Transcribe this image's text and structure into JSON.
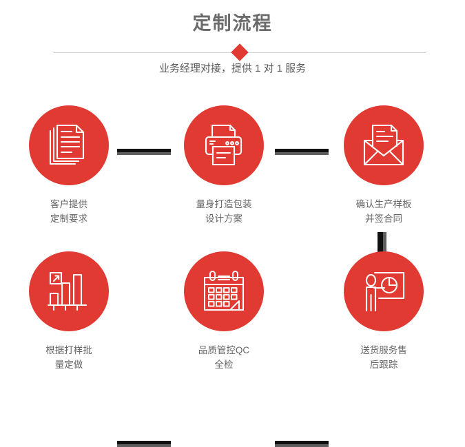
{
  "header": {
    "title": "定制流程",
    "subtitle": "业务经理对接，提供 1 对 1 服务",
    "divider_icon": "diamond-marker"
  },
  "colors": {
    "accent_red": "#e03a33",
    "title_gray": "#6b6b6b",
    "label_gray": "#666666",
    "divider_gray": "#cfcfcf",
    "connector_dark": "#111111",
    "connector_shadow": "#5e5e5e",
    "background": "#ffffff"
  },
  "flow": {
    "rows": [
      {
        "steps": [
          {
            "icon": "documents-stack-icon",
            "label_line1": "客户提供",
            "label_line2": "定制要求"
          },
          {
            "icon": "printer-icon",
            "label_line1": "量身打造包装",
            "label_line2": "设计方案"
          },
          {
            "icon": "envelope-document-icon",
            "label_line1": "确认生产样板",
            "label_line2": "并签合同"
          }
        ]
      },
      {
        "steps": [
          {
            "icon": "bar-chart-growth-icon",
            "label_line1": "根据打样批",
            "label_line2": "量定做"
          },
          {
            "icon": "calendar-icon",
            "label_line1": "品质管控QC",
            "label_line2": "全检"
          },
          {
            "icon": "presenter-pie-chart-icon",
            "label_line1": "送货服务售",
            "label_line2": "后跟踪"
          }
        ]
      }
    ],
    "connectors": [
      {
        "name": "connector-row1-step1-step2",
        "orientation": "horizontal"
      },
      {
        "name": "connector-row1-step2-step3",
        "orientation": "horizontal"
      },
      {
        "name": "connector-row1-step3-row2-step3",
        "orientation": "vertical"
      },
      {
        "name": "connector-row2-step1-step2",
        "orientation": "horizontal"
      },
      {
        "name": "connector-row2-step2-step3",
        "orientation": "horizontal"
      }
    ]
  }
}
